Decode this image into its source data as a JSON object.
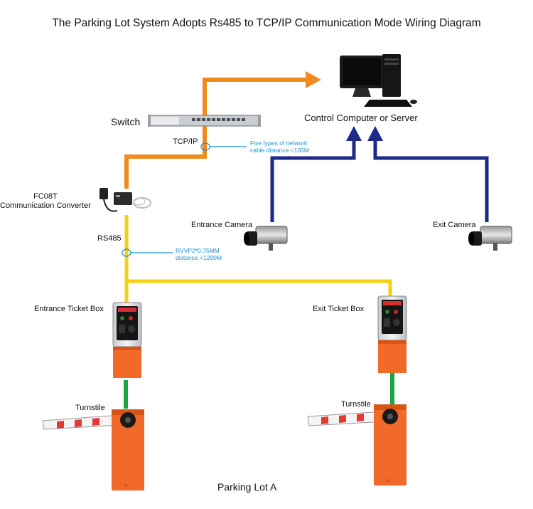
{
  "title": "The Parking Lot System Adopts Rs485 to TCP/IP Communication Mode Wiring Diagram",
  "labels": {
    "switch": "Switch",
    "computer": "Control Computer or Server",
    "tcpip": "TCP/IP",
    "network_note_line1": "Five types of network",
    "network_note_line2": "cable distance <100M",
    "converter_line1": "FC08T",
    "converter_line2": "Communication Converter",
    "rs485": "RS485",
    "rs485_note_line1": "RVVP2*0.75MM",
    "rs485_note_line2": "distance <1200M",
    "entrance_camera": "Entrance Camera",
    "exit_camera": "Exit Camera",
    "entrance_ticket_box": "Entrance Ticket Box",
    "exit_ticket_box": "Exit Ticket Box",
    "turnstile_left": "Turnstile",
    "turnstile_right": "Turnstile",
    "parking_lot": "Parking Lot A"
  },
  "colors": {
    "tcp_line": "#f08a1c",
    "camera_line": "#1e2a8a",
    "rs485_line": "#f7cf12",
    "box_link": "#1aa541",
    "note": "#1a8fd1",
    "barrier_orange": "#f26a2a"
  }
}
